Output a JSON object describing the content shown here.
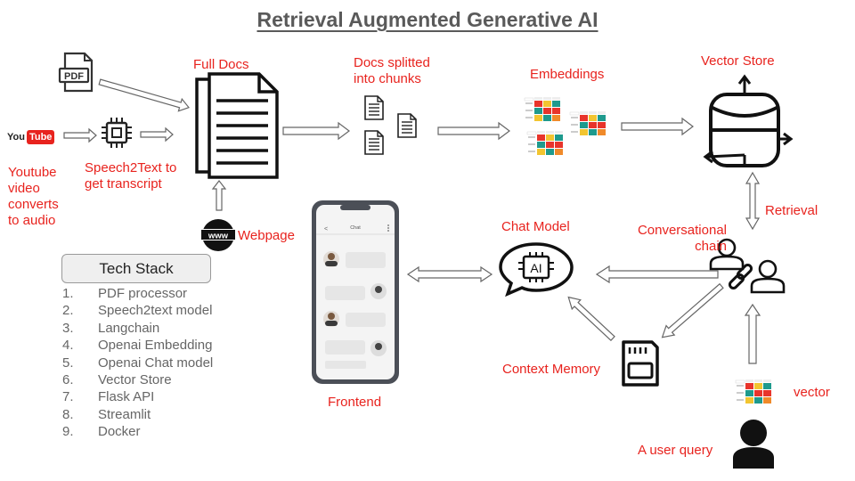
{
  "title": "Retrieval Augmented Generative AI",
  "labels": {
    "full_docs": "Full Docs",
    "docs_splitted": [
      "Docs splitted",
      "into chunks"
    ],
    "embeddings": "Embeddings",
    "vector_store": "Vector Store",
    "youtube": [
      "Youtube",
      "video",
      "converts",
      "to audio"
    ],
    "speech2text": [
      "Speech2Text to",
      "get transcript"
    ],
    "webpage": "Webpage",
    "retrieval": "Retrieval",
    "conversational_chain": [
      "Conversational",
      "chain"
    ],
    "chat_model": "Chat Model",
    "context_memory": "Context Memory",
    "frontend": "Frontend",
    "vector": "vector",
    "user_query": "A user query"
  },
  "icons": {
    "pdf": "PDF",
    "youtube_you": "You",
    "youtube_tube": "Tube",
    "www": "www",
    "ai": "AI",
    "phone_chat": "Chat"
  },
  "tech_stack": {
    "heading": "Tech Stack",
    "items": [
      {
        "num": "1.",
        "label": "PDF processor"
      },
      {
        "num": "2.",
        "label": "Speech2text model"
      },
      {
        "num": "3.",
        "label": "Langchain"
      },
      {
        "num": "4.",
        "label": "Openai Embedding"
      },
      {
        "num": "5.",
        "label": "Openai Chat model"
      },
      {
        "num": "6.",
        "label": "Vector Store"
      },
      {
        "num": "7.",
        "label": "Flask API"
      },
      {
        "num": "8.",
        "label": "Streamlit"
      },
      {
        "num": "9.",
        "label": "Docker"
      }
    ]
  },
  "colors": {
    "label_red": "#e8231e",
    "heat_red": "#e8342b",
    "heat_yellow": "#f2c530",
    "heat_teal": "#1e9a8d",
    "heat_orange": "#f08a2a",
    "phone_bg": "#f4f4f4",
    "phone_frame": "#4b4f57"
  }
}
